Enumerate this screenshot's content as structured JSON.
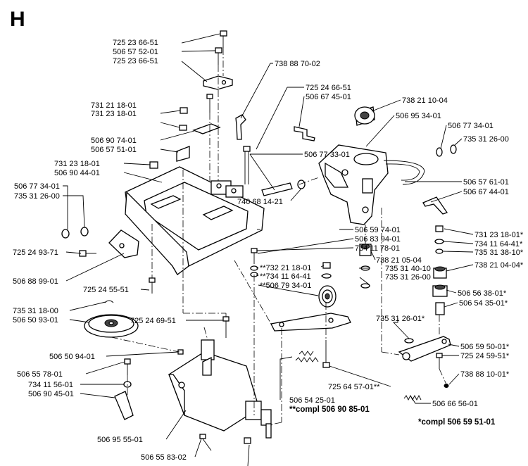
{
  "section_letter": "H",
  "labels": {
    "l1": "725 23 66-51",
    "l2": "506 57 52-01",
    "l3": "725 23 66-51",
    "l4": "738 88 70-02",
    "l5": "725 24 66-51",
    "l6": "506 67 45-01",
    "l7": "738 21 10-04",
    "l8": "731 21 18-01",
    "l9": "731 23 18-01",
    "l10": "506 95 34-01",
    "l11": "506 77 34-01",
    "l12": "735 31 26-00",
    "l13": "506 90 74-01",
    "l14": "506 57 51-01",
    "l15": "506 77 33-01",
    "l16": "731 23 18-01",
    "l17": "506 90 44-01",
    "l18": "506 57 61-01",
    "l19": "506 67 44-01",
    "l20": "506 77 34-01",
    "l21": "735 31 26-00",
    "l22": "740 68 14-21",
    "l23": "506 59 74-01",
    "l24": "731 23 18-01*",
    "l25": "506 83 94-01",
    "l26": "734 11 64-41*",
    "l27": "734 11 78-01",
    "l28": "735 31 38-10*",
    "l29": "738 21 05-04",
    "l30": "725 24 93-71",
    "l31": "**732 21 18-01",
    "l32": "735 31 40-10",
    "l33": "506 88 99-01",
    "l34": "**734 11 64-41",
    "l35": "735 31 26-00",
    "l36": "738 21 04-04*",
    "l37": "725 24 55-51",
    "l38": "**506 79 34-01",
    "l39": "506 56 38-01*",
    "l40": "506 54 35-01*",
    "l41": "735 31 18-00",
    "l42": "506 50 93-01",
    "l43": "725 24 69-51",
    "l44": "735 31 26-01*",
    "l45": "506 50 94-01",
    "l46": "506 59 50-01*",
    "l47": "725 24 59-51*",
    "l48": "506 55 78-01",
    "l49": "738 88 10-01*",
    "l50": "734 11 56-01",
    "l51": "725 64 57-01**",
    "l52": "506 90 45-01",
    "l53": "506 54 25-01",
    "l54": "506 66 56-01",
    "l55": "506 95 55-01",
    "l56": "506 55 83-02"
  },
  "notes": {
    "compl_a": "**compl 506 90 85-01",
    "compl_b": "*compl 506 59 51-01"
  }
}
